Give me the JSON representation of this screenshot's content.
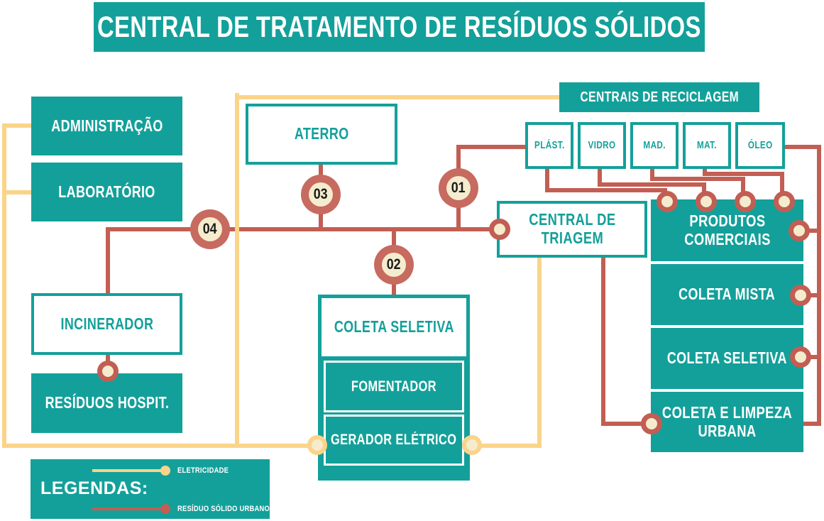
{
  "title": "CENTRAL DE TRATAMENTO DE RESÍDUOS SÓLIDOS",
  "colors": {
    "teal": "#14a09a",
    "red_residuo": "#c25e53",
    "yellow_eletricidade": "#fad489",
    "node_center_cream": "#f5ecce"
  },
  "facilities": {
    "administracao": "ADMINISTRAÇÃO",
    "laboratorio": "LABORATÓRIO",
    "incinerador": "INCINERADOR",
    "residuos_hospit": "RESÍDUOS HOSPIT.",
    "aterro": "ATERRO",
    "coleta_seletiva": "COLETA SELETIVA",
    "fomentador": "FOMENTADOR",
    "gerador_eletrico": "GERADOR ELÉTRICO"
  },
  "reciclagem": {
    "header": "CENTRAIS DE RECICLAGEM",
    "plast": "PLÁST.",
    "vidro": "VIDRO",
    "mad": "MAD.",
    "mat": "MAT.",
    "oleo": "ÓLEO"
  },
  "triagem": {
    "line1": "CENTRAL DE",
    "line2": "TRIAGEM"
  },
  "coletas": {
    "produtos_line1": "PRODUTOS",
    "produtos_line2": "COMERCIAIS",
    "coleta_mista": "COLETA MISTA",
    "coleta_seletiva": "COLETA SELETIVA",
    "limpeza_line1": "COLETA E LIMPEZA",
    "limpeza_line2": "URBANA"
  },
  "nodes": {
    "n01": "01",
    "n02": "02",
    "n03": "03",
    "n04": "04"
  },
  "legend": {
    "title": "LEGENDAS:",
    "eletricidade": "ELETRICIDADE",
    "residuo_solido_urbano": "RESÍDUO SÓLIDO URBANO"
  }
}
